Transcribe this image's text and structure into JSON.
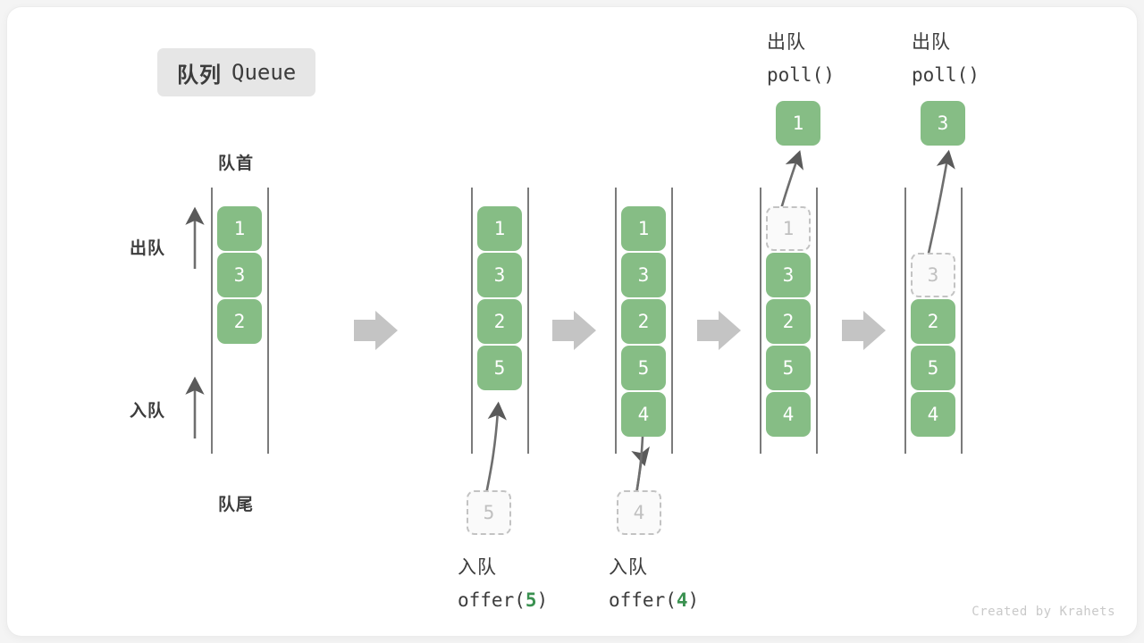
{
  "title": {
    "cn": "队列",
    "en": "Queue"
  },
  "colors": {
    "cell_fill": "#86bd85",
    "cell_text": "#ffffff",
    "ghost_fill": "#fafafa",
    "ghost_border": "#c3c3c3",
    "ghost_text": "#c0c0c0",
    "rail": "#5a5a5a",
    "arrow_gray": "#c4c4c4",
    "arrow_dark": "#5a5a5a",
    "text": "#3c3c3c",
    "accent_green": "#3a9150",
    "badge_bg": "#e6e6e6",
    "canvas_bg": "#ffffff"
  },
  "annotations": {
    "front_label": "队首",
    "rear_label": "队尾",
    "dequeue_arrow_label": "出队",
    "enqueue_arrow_label": "入队"
  },
  "credit": "Created by Krahets",
  "columns": [
    {
      "id": "initial",
      "cells": [
        {
          "value": "1",
          "state": "filled"
        },
        {
          "value": "3",
          "state": "filled"
        },
        {
          "value": "2",
          "state": "filled"
        }
      ],
      "top_label": null,
      "bottom_label": null,
      "popped": null
    },
    {
      "id": "offer-5",
      "cells": [
        {
          "value": "1",
          "state": "filled"
        },
        {
          "value": "3",
          "state": "filled"
        },
        {
          "value": "2",
          "state": "filled"
        },
        {
          "value": "5",
          "state": "filled"
        }
      ],
      "top_label": null,
      "bottom_label": {
        "cn": "入队",
        "code_prefix": "offer(",
        "arg": "5",
        "code_suffix": ")"
      },
      "incoming": {
        "value": "5",
        "state": "ghost"
      },
      "popped": null
    },
    {
      "id": "offer-4",
      "cells": [
        {
          "value": "1",
          "state": "filled"
        },
        {
          "value": "3",
          "state": "filled"
        },
        {
          "value": "2",
          "state": "filled"
        },
        {
          "value": "5",
          "state": "filled"
        },
        {
          "value": "4",
          "state": "filled"
        }
      ],
      "top_label": null,
      "bottom_label": {
        "cn": "入队",
        "code_prefix": "offer(",
        "arg": "4",
        "code_suffix": ")"
      },
      "incoming": {
        "value": "4",
        "state": "ghost"
      },
      "popped": null
    },
    {
      "id": "poll-1",
      "cells": [
        {
          "value": "1",
          "state": "ghost"
        },
        {
          "value": "3",
          "state": "filled"
        },
        {
          "value": "2",
          "state": "filled"
        },
        {
          "value": "5",
          "state": "filled"
        },
        {
          "value": "4",
          "state": "filled"
        }
      ],
      "top_label": {
        "cn": "出队",
        "code": "poll()"
      },
      "bottom_label": null,
      "popped": {
        "value": "1",
        "state": "filled"
      }
    },
    {
      "id": "poll-3",
      "cells": [
        {
          "value": "",
          "state": "empty"
        },
        {
          "value": "3",
          "state": "ghost"
        },
        {
          "value": "2",
          "state": "filled"
        },
        {
          "value": "5",
          "state": "filled"
        },
        {
          "value": "4",
          "state": "filled"
        }
      ],
      "top_label": {
        "cn": "出队",
        "code": "poll()"
      },
      "bottom_label": null,
      "popped": {
        "value": "3",
        "state": "filled"
      }
    }
  ]
}
